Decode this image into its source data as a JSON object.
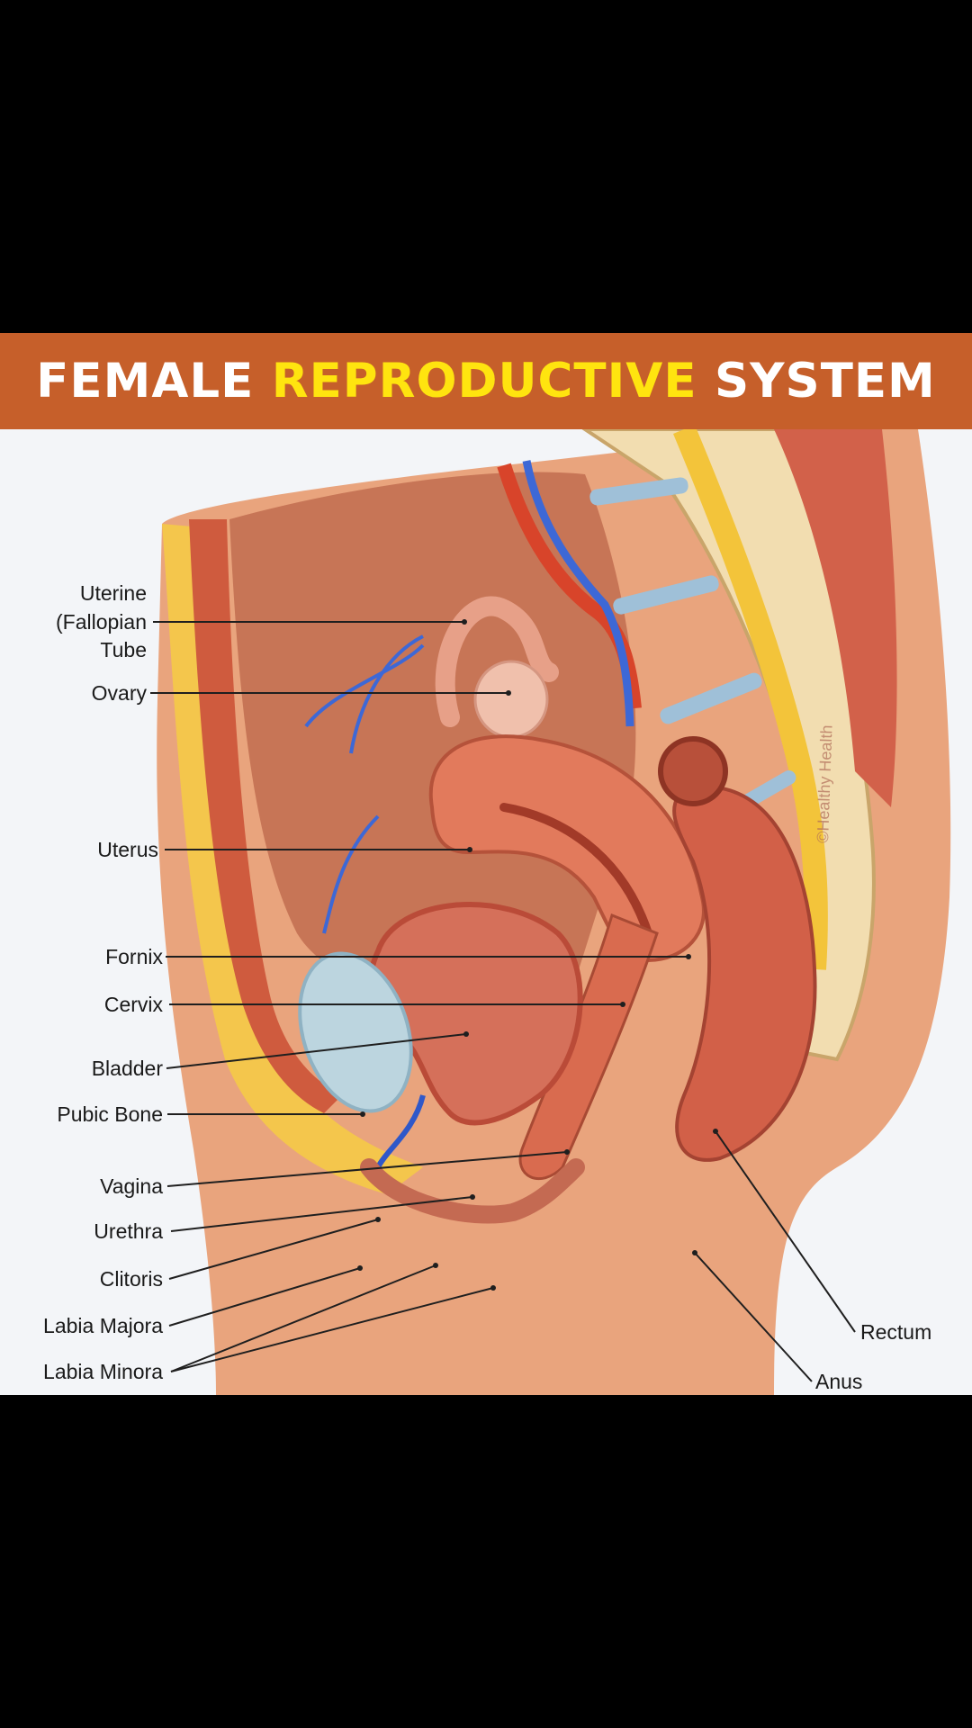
{
  "title": {
    "parts": [
      {
        "text": "FEMALE ",
        "color": "#ffffff"
      },
      {
        "text": "REPRODUCTIVE",
        "color": "#ffe40f"
      },
      {
        "text": " SYSTEM",
        "color": "#ffffff"
      }
    ]
  },
  "labels": {
    "fallopian_tube": [
      "Uterine",
      "(Fallopian",
      "Tube"
    ],
    "ovary": "Ovary",
    "uterus": "Uterus",
    "fornix": "Fornix",
    "cervix": "Cervix",
    "bladder": "Bladder",
    "pubic_bone": "Pubic Bone",
    "vagina": "Vagina",
    "urethra": "Urethra",
    "clitoris": "Clitoris",
    "labia_majora": "Labia Majora",
    "labia_minora": "Labia Minora",
    "rectum": "Rectum",
    "anus": "Anus"
  },
  "watermark": "©Healthy Health",
  "colors": {
    "banner": "#c65f2a",
    "highlight": "#ffe40f",
    "skin": "#e8a27a",
    "fat": "#f5c94a",
    "muscle": "#d96a4a",
    "bone": "#f1dcae",
    "vein": "#3d68d6",
    "artery": "#d8442a"
  }
}
